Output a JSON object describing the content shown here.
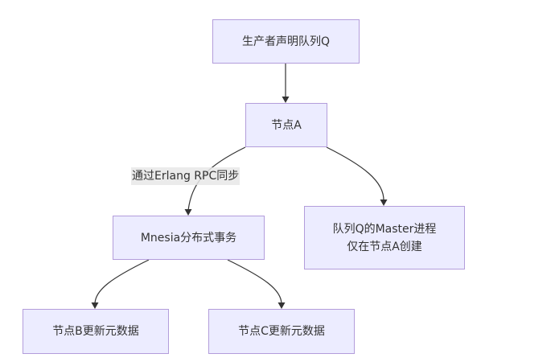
{
  "diagram": {
    "type": "flowchart",
    "direction": "top-down",
    "colors": {
      "node_fill": "#ececff",
      "node_border": "#b39ddb",
      "edge": "#333333",
      "edge_label_bg": "#e8e8e8",
      "text": "#333333"
    },
    "nodes": {
      "producer": {
        "id": "producer",
        "label": "生产者声明队列Q"
      },
      "nodeA": {
        "id": "nodeA",
        "label": "节点A"
      },
      "mnesia": {
        "id": "mnesia",
        "label": "Mnesia分布式事务"
      },
      "master": {
        "id": "master",
        "lines": [
          "队列Q的Master进程",
          "仅在节点A创建"
        ]
      },
      "nodeB": {
        "id": "nodeB",
        "label": "节点B更新元数据"
      },
      "nodeC": {
        "id": "nodeC",
        "label": "节点C更新元数据"
      }
    },
    "edges": [
      {
        "from": "producer",
        "to": "nodeA",
        "label": ""
      },
      {
        "from": "nodeA",
        "to": "mnesia",
        "label": "通过Erlang RPC同步"
      },
      {
        "from": "nodeA",
        "to": "master",
        "label": ""
      },
      {
        "from": "mnesia",
        "to": "nodeB",
        "label": ""
      },
      {
        "from": "mnesia",
        "to": "nodeC",
        "label": ""
      }
    ]
  }
}
